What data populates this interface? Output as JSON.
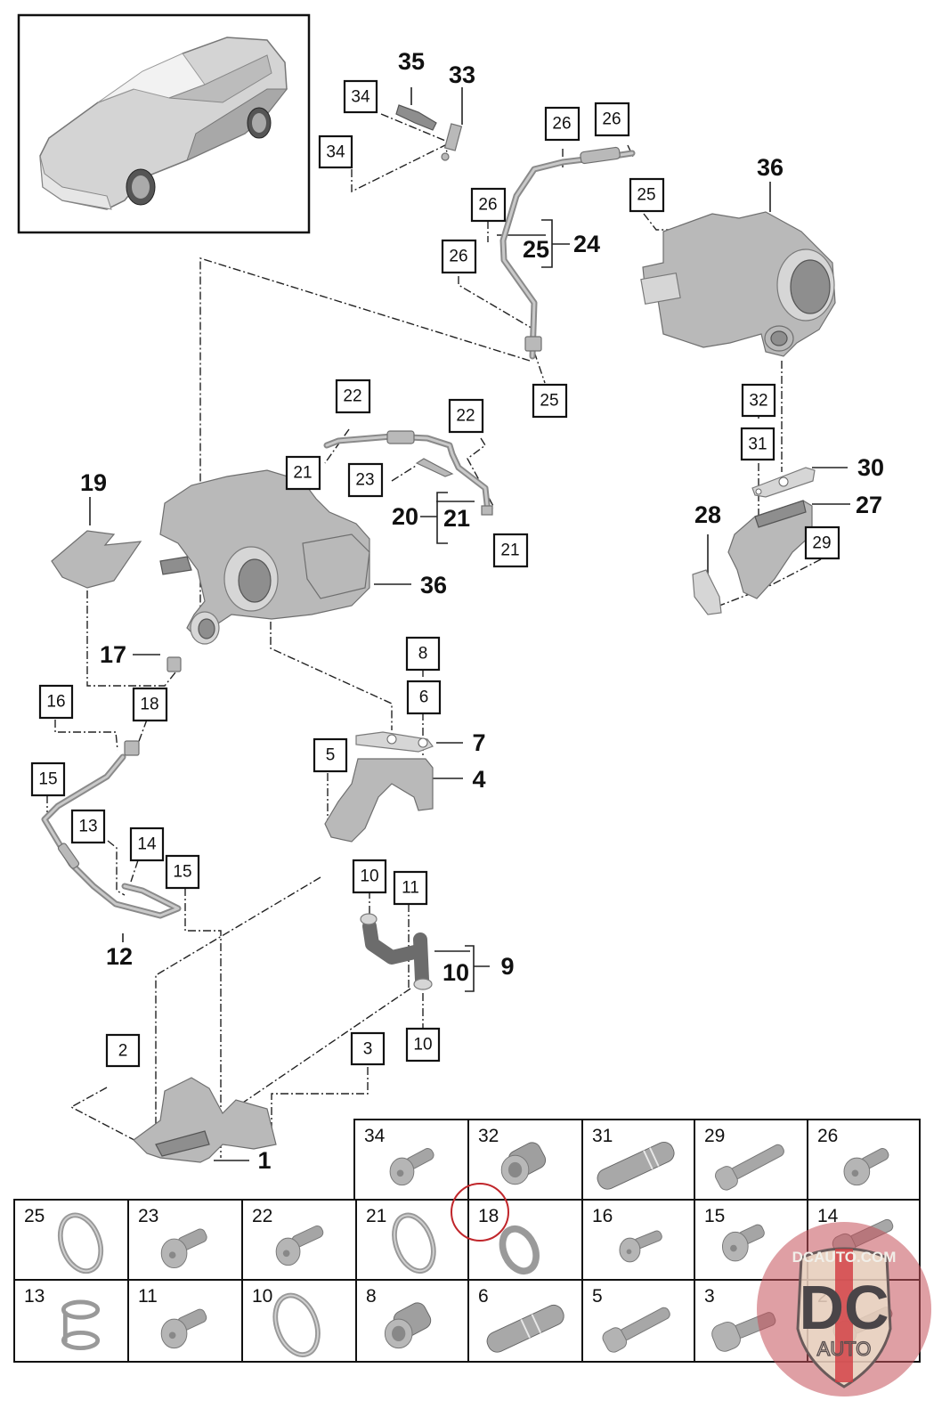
{
  "diagram": {
    "title_image": "car-overview",
    "callouts_boxed": [
      {
        "id": "c34a",
        "text": "34"
      },
      {
        "id": "c34b",
        "text": "34"
      },
      {
        "id": "c26a",
        "text": "26"
      },
      {
        "id": "c26b",
        "text": "26"
      },
      {
        "id": "c26c",
        "text": "26"
      },
      {
        "id": "c26d",
        "text": "26"
      },
      {
        "id": "c25a",
        "text": "25"
      },
      {
        "id": "c25b",
        "text": "25"
      },
      {
        "id": "c22a",
        "text": "22"
      },
      {
        "id": "c22b",
        "text": "22"
      },
      {
        "id": "c21a",
        "text": "21"
      },
      {
        "id": "c21b",
        "text": "21"
      },
      {
        "id": "c23",
        "text": "23"
      },
      {
        "id": "c32",
        "text": "32"
      },
      {
        "id": "c31",
        "text": "31"
      },
      {
        "id": "c29",
        "text": "29"
      },
      {
        "id": "c16",
        "text": "16"
      },
      {
        "id": "c18",
        "text": "18"
      },
      {
        "id": "c15a",
        "text": "15"
      },
      {
        "id": "c15b",
        "text": "15"
      },
      {
        "id": "c13",
        "text": "13"
      },
      {
        "id": "c14",
        "text": "14"
      },
      {
        "id": "c8",
        "text": "8"
      },
      {
        "id": "c6",
        "text": "6"
      },
      {
        "id": "c5",
        "text": "5"
      },
      {
        "id": "c10a",
        "text": "10"
      },
      {
        "id": "c10b",
        "text": "10"
      },
      {
        "id": "c11",
        "text": "11"
      },
      {
        "id": "c2",
        "text": "2"
      },
      {
        "id": "c3",
        "text": "3"
      }
    ],
    "callouts_bold": [
      {
        "id": "b35",
        "text": "35"
      },
      {
        "id": "b33",
        "text": "33"
      },
      {
        "id": "b36a",
        "text": "36"
      },
      {
        "id": "b25",
        "text": "25"
      },
      {
        "id": "b24",
        "text": "24"
      },
      {
        "id": "b19",
        "text": "19"
      },
      {
        "id": "b20",
        "text": "20"
      },
      {
        "id": "b21",
        "text": "21"
      },
      {
        "id": "b36b",
        "text": "36"
      },
      {
        "id": "b30",
        "text": "30"
      },
      {
        "id": "b27",
        "text": "27"
      },
      {
        "id": "b28",
        "text": "28"
      },
      {
        "id": "b17",
        "text": "17"
      },
      {
        "id": "b7",
        "text": "7"
      },
      {
        "id": "b4",
        "text": "4"
      },
      {
        "id": "b12",
        "text": "12"
      },
      {
        "id": "b10",
        "text": "10"
      },
      {
        "id": "b9",
        "text": "9"
      },
      {
        "id": "b1",
        "text": "1"
      }
    ]
  },
  "fastener_table": {
    "row1": [
      {
        "num": "34",
        "icon": "flange-bolt-icon"
      },
      {
        "num": "32",
        "icon": "sleeve-icon"
      },
      {
        "num": "31",
        "icon": "dowel-pin-icon"
      },
      {
        "num": "29",
        "icon": "socket-bolt-icon"
      },
      {
        "num": "26",
        "icon": "flange-bolt-icon"
      }
    ],
    "row2": [
      {
        "num": "25",
        "icon": "o-ring-icon"
      },
      {
        "num": "23",
        "icon": "flange-bolt-icon"
      },
      {
        "num": "22",
        "icon": "flange-bolt-icon"
      },
      {
        "num": "21",
        "icon": "o-ring-icon"
      },
      {
        "num": "18",
        "icon": "washer-icon"
      },
      {
        "num": "16",
        "icon": "pan-screw-icon"
      },
      {
        "num": "15",
        "icon": "flange-bolt-icon"
      },
      {
        "num": "14",
        "icon": "bolt-icon"
      }
    ],
    "row3": [
      {
        "num": "13",
        "icon": "double-ring-clip-icon"
      },
      {
        "num": "11",
        "icon": "flange-bolt-icon"
      },
      {
        "num": "10",
        "icon": "o-ring-icon"
      },
      {
        "num": "8",
        "icon": "sleeve-icon"
      },
      {
        "num": "6",
        "icon": "dowel-pin-icon"
      },
      {
        "num": "5",
        "icon": "socket-bolt-icon"
      },
      {
        "num": "3",
        "icon": "socket-bolt-icon"
      },
      {
        "num": "2",
        "icon": "bolt-icon"
      }
    ],
    "highlighted_item": "18",
    "highlight_color": "#c0262b"
  },
  "watermark": {
    "top_text": "DCAUTO.COM",
    "logo_text": "DC",
    "bottom_text": "AUTO",
    "color": "#c4505a"
  }
}
